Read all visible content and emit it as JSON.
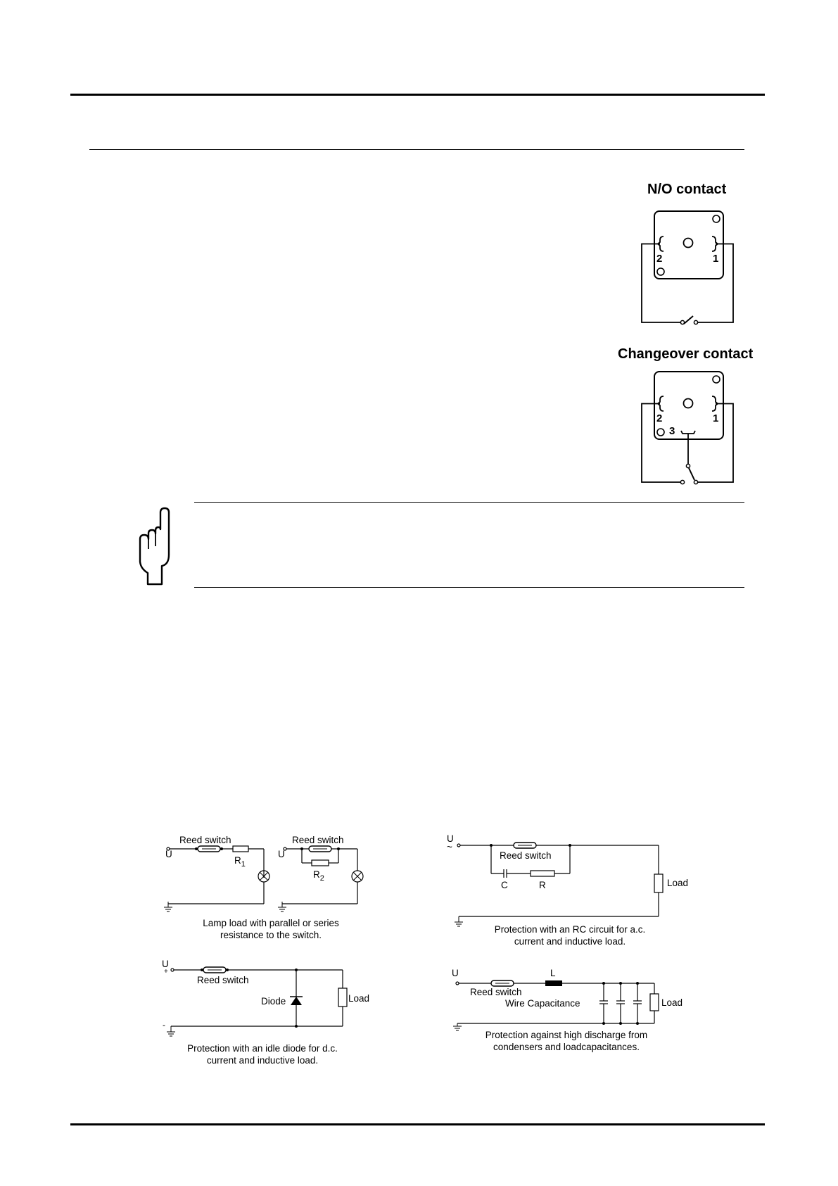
{
  "connector_diagrams": {
    "no_contact": {
      "title": "N/O contact",
      "pin_left": "2",
      "pin_right": "1"
    },
    "changeover_contact": {
      "title": "Changeover contact",
      "pin_left": "2",
      "pin_right": "1",
      "pin_common": "3"
    }
  },
  "circuits": {
    "lamp_load": {
      "label_switch_1": "Reed switch",
      "label_switch_2": "Reed switch",
      "supply_1": "U",
      "supply_2": "U",
      "r1_base": "R",
      "r1_sub": "1",
      "r2_base": "R",
      "r2_sub": "2",
      "caption_line1": "Lamp load with parallel or series",
      "caption_line2": "resistance to the switch."
    },
    "rc_protection": {
      "supply": "U",
      "supply_symbol": "~",
      "label_switch": "Reed switch",
      "cap_label": "C",
      "res_label": "R",
      "load_label": "Load",
      "caption_line1": "Protection with an RC circuit for a.c.",
      "caption_line2": "current and inductive load."
    },
    "diode_protection": {
      "supply": "U",
      "plus": "+",
      "minus": "-",
      "label_switch": "Reed switch",
      "diode_label": "Diode",
      "load_label": "Load",
      "caption_line1": "Protection with an idle diode for d.c.",
      "caption_line2": "current and inductive load."
    },
    "capacitance_protection": {
      "supply": "U",
      "inductor_label": "L",
      "label_switch": "Reed switch",
      "wire_cap_label": "Wire Capacitance",
      "load_label": "Load",
      "caption_line1": "Protection against high discharge from",
      "caption_line2": "condensers and loadcapacitances."
    }
  }
}
